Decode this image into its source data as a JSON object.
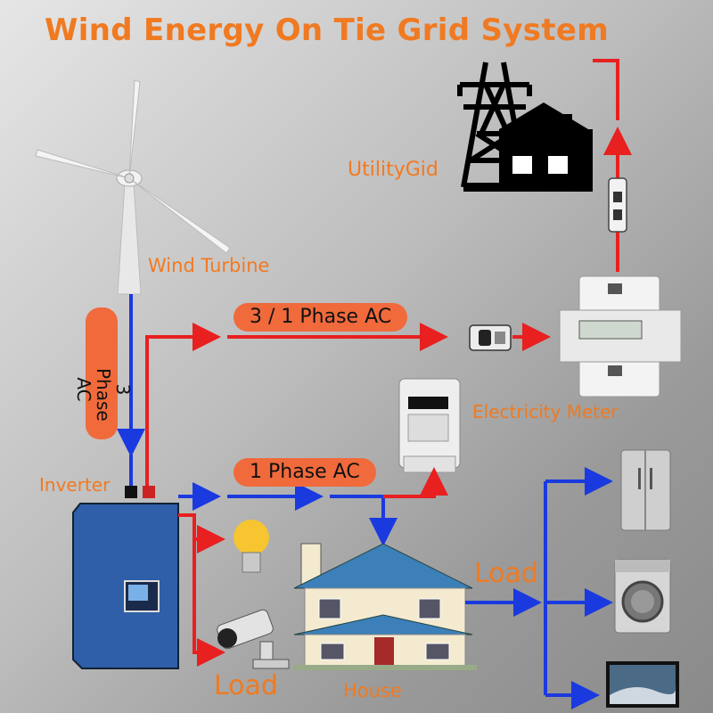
{
  "title": "Wind Energy On Tie Grid System",
  "labels": {
    "utility_grid": "UtilityGid",
    "wind_turbine": "Wind Turbine",
    "three_phase_ac_vertical": "3 Phase AC",
    "three_one_phase_ac": "3 / 1 Phase AC",
    "electricity_meter": "Electricity Meter",
    "one_phase_ac": "1 Phase AC",
    "inverter": "Inverter",
    "load_right": "Load",
    "load_bottom": "Load",
    "house": "House"
  },
  "colors": {
    "title_orange": "#f07a22",
    "pill_orange": "#f06a3c",
    "ac_line_red": "#e82020",
    "dc_line_blue": "#1a3adf",
    "inverter_blue": "#2e5fa8",
    "house_roof": "#3d7fb8",
    "house_wall": "#f3ead0"
  },
  "icons": [
    "wind-turbine-icon",
    "power-tower-icon",
    "house-icon",
    "inverter-icon",
    "meter-icon",
    "electricity-meter-icon",
    "connector-icon",
    "bulb-icon",
    "camera-icon",
    "fridge-icon",
    "washer-icon",
    "tv-icon"
  ]
}
